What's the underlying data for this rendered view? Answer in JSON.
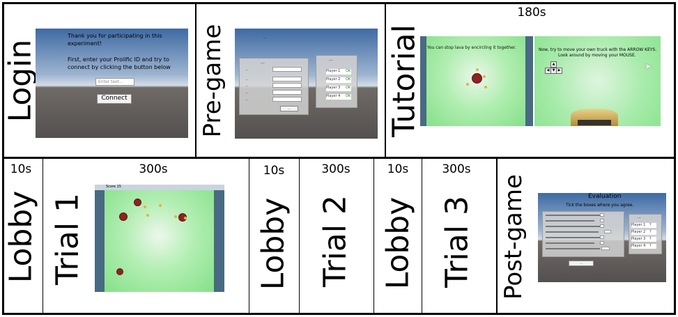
{
  "stages": {
    "login": "Login",
    "pregame": "Pre-game",
    "tutorial": "Tutorial",
    "lobby1": "Lobby",
    "trial1": "Trial 1",
    "lobby2": "Lobby",
    "trial2": "Trial 2",
    "lobby3": "Lobby",
    "trial3": "Trial 3",
    "postgame": "Post-game"
  },
  "durations": {
    "tutorial": "180s",
    "lobby1": "10s",
    "trial1": "300s",
    "lobby2": "10s",
    "trial2": "300s",
    "lobby3": "10s",
    "trial3": "300s"
  },
  "login_screen": {
    "line1": "Thank you for participating in this",
    "line2": "experiment!",
    "line3": "First, enter your Prolific ID and try to",
    "line4": "connect by clicking the button below",
    "input_placeholder": "Enter text...",
    "connect_button": "Connect"
  },
  "pregame_screen": {
    "banner": "...",
    "panel_title": "...",
    "fields": [
      "...",
      "...",
      "...",
      "...",
      "..."
    ],
    "players_title": "...",
    "players": [
      {
        "name": "Player 1",
        "status": "OK"
      },
      {
        "name": "Player 2",
        "status": "OK"
      },
      {
        "name": "Player 3",
        "status": "OK"
      },
      {
        "name": "Player 4",
        "status": "OK"
      }
    ],
    "button": "..."
  },
  "tutorial_screen": {
    "left_text": "You can stop lava by encircling it together.",
    "right_line1": "Now, try to move your own truck with the ARROW KEYS.",
    "right_line2": "Look around by moving your MOUSE."
  },
  "trial_screen": {
    "score": "Score 15"
  },
  "post_screen": {
    "title": "Evaluation",
    "subtitle": "Tick the boxes where you agree.",
    "players_title": "...",
    "players": [
      {
        "name": "Player 1",
        "value": "?"
      },
      {
        "name": "Player 2",
        "value": "?"
      },
      {
        "name": "Player 3",
        "value": "?"
      },
      {
        "name": "Player 4",
        "value": "?"
      }
    ],
    "button": "..."
  },
  "colors": {
    "arena_green": "#9ee89f",
    "wall": "#486a82",
    "lava": "#8d2323"
  }
}
